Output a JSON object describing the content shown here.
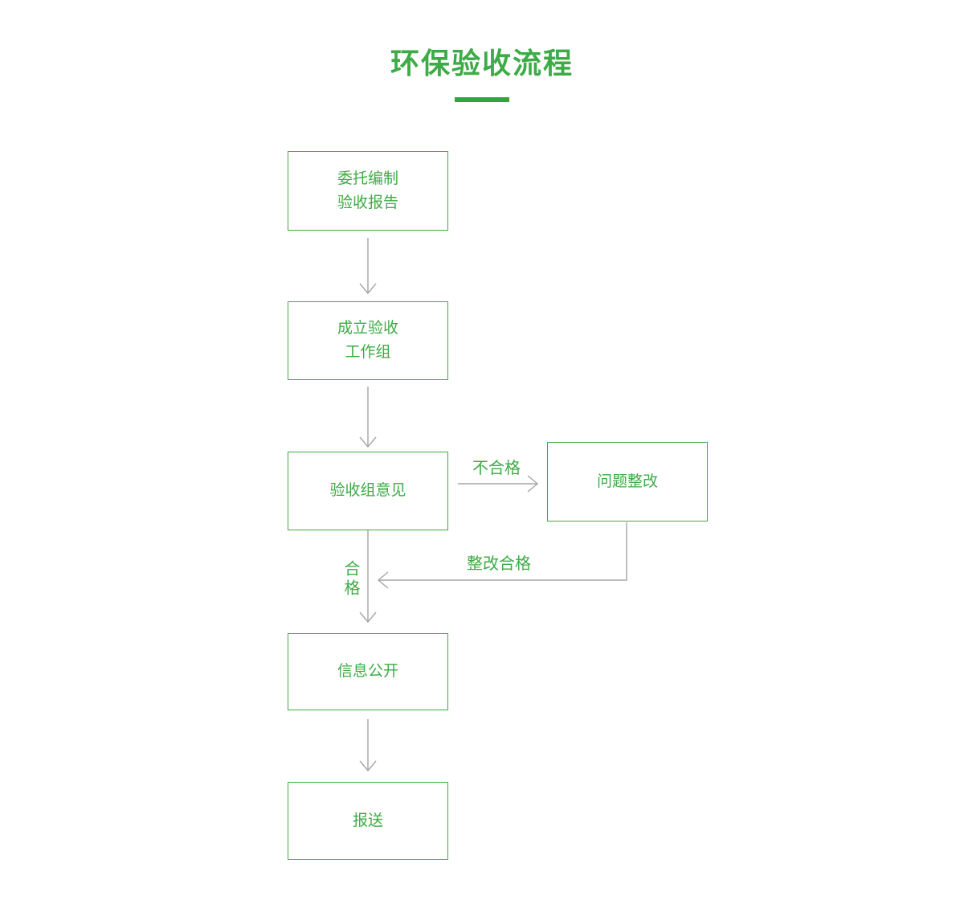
{
  "title": "环保验收流程",
  "colors": {
    "green": "#3dab46",
    "underline_green": "#2ea838",
    "arrow_gray": "#a6a6a6",
    "background": "#ffffff"
  },
  "flow": {
    "nodes": [
      {
        "id": "n1",
        "name": "entrust-report",
        "lines": [
          "委托编制",
          "验收报告"
        ]
      },
      {
        "id": "n2",
        "name": "form-group",
        "lines": [
          "成立验收",
          "工作组"
        ]
      },
      {
        "id": "n3",
        "name": "group-opinion",
        "lines": [
          "验收组意见"
        ]
      },
      {
        "id": "n4",
        "name": "problem-rectify",
        "lines": [
          "问题整改"
        ]
      },
      {
        "id": "n5",
        "name": "info-disclosure",
        "lines": [
          "信息公开"
        ]
      },
      {
        "id": "n6",
        "name": "submit",
        "lines": [
          "报送"
        ]
      }
    ],
    "edges": [
      {
        "from": "n1",
        "to": "n2",
        "label": ""
      },
      {
        "from": "n2",
        "to": "n3",
        "label": ""
      },
      {
        "from": "n3",
        "to": "n4",
        "label": "不合格"
      },
      {
        "from": "n4",
        "to": "n5",
        "label": "整改合格"
      },
      {
        "from": "n3",
        "to": "n5",
        "label": "合格"
      },
      {
        "from": "n5",
        "to": "n6",
        "label": ""
      }
    ]
  }
}
